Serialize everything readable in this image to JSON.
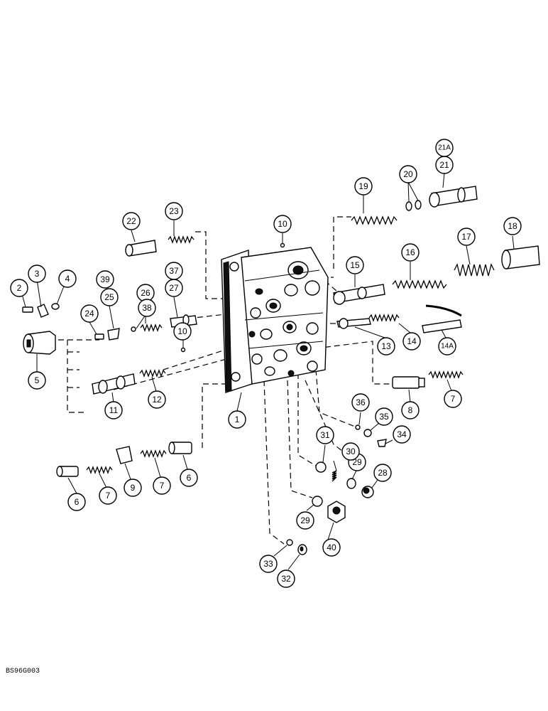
{
  "figure_code": "BS96G003",
  "callouts": [
    {
      "id": "c1",
      "label": "1"
    },
    {
      "id": "c2",
      "label": "2"
    },
    {
      "id": "c3",
      "label": "3"
    },
    {
      "id": "c4",
      "label": "4"
    },
    {
      "id": "c5",
      "label": "5"
    },
    {
      "id": "c6a",
      "label": "6"
    },
    {
      "id": "c6b",
      "label": "6"
    },
    {
      "id": "c7a",
      "label": "7"
    },
    {
      "id": "c7b",
      "label": "7"
    },
    {
      "id": "c7c",
      "label": "7"
    },
    {
      "id": "c8",
      "label": "8"
    },
    {
      "id": "c9",
      "label": "9"
    },
    {
      "id": "c10a",
      "label": "10"
    },
    {
      "id": "c10b",
      "label": "10"
    },
    {
      "id": "c11",
      "label": "11"
    },
    {
      "id": "c12",
      "label": "12"
    },
    {
      "id": "c13",
      "label": "13"
    },
    {
      "id": "c14",
      "label": "14"
    },
    {
      "id": "c14a",
      "label": "14A"
    },
    {
      "id": "c15",
      "label": "15"
    },
    {
      "id": "c16",
      "label": "16"
    },
    {
      "id": "c17",
      "label": "17"
    },
    {
      "id": "c18",
      "label": "18"
    },
    {
      "id": "c19",
      "label": "19"
    },
    {
      "id": "c20",
      "label": "20"
    },
    {
      "id": "c21",
      "label": "21"
    },
    {
      "id": "c21a",
      "label": "21A"
    },
    {
      "id": "c22",
      "label": "22"
    },
    {
      "id": "c23",
      "label": "23"
    },
    {
      "id": "c24",
      "label": "24"
    },
    {
      "id": "c25",
      "label": "25"
    },
    {
      "id": "c26",
      "label": "26"
    },
    {
      "id": "c27",
      "label": "27"
    },
    {
      "id": "c28",
      "label": "28"
    },
    {
      "id": "c29a",
      "label": "29"
    },
    {
      "id": "c29b",
      "label": "29"
    },
    {
      "id": "c30",
      "label": "30"
    },
    {
      "id": "c31",
      "label": "31"
    },
    {
      "id": "c32",
      "label": "32"
    },
    {
      "id": "c33",
      "label": "33"
    },
    {
      "id": "c34",
      "label": "34"
    },
    {
      "id": "c35",
      "label": "35"
    },
    {
      "id": "c36",
      "label": "36"
    },
    {
      "id": "c37",
      "label": "37"
    },
    {
      "id": "c38",
      "label": "38"
    },
    {
      "id": "c39",
      "label": "39"
    },
    {
      "id": "c40",
      "label": "40"
    }
  ]
}
